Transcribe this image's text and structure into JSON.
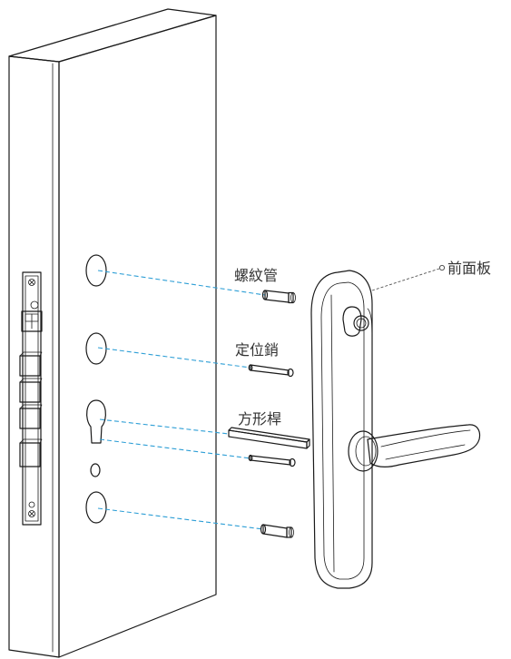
{
  "labels": {
    "front_panel": "前面板",
    "threaded_tube": "螺紋管",
    "locating_pin": "定位銷",
    "square_spindle": "方形桿"
  },
  "colors": {
    "line": "#1a1a1a",
    "guide_dash": "#2f9fd6",
    "label_text": "#333333"
  }
}
